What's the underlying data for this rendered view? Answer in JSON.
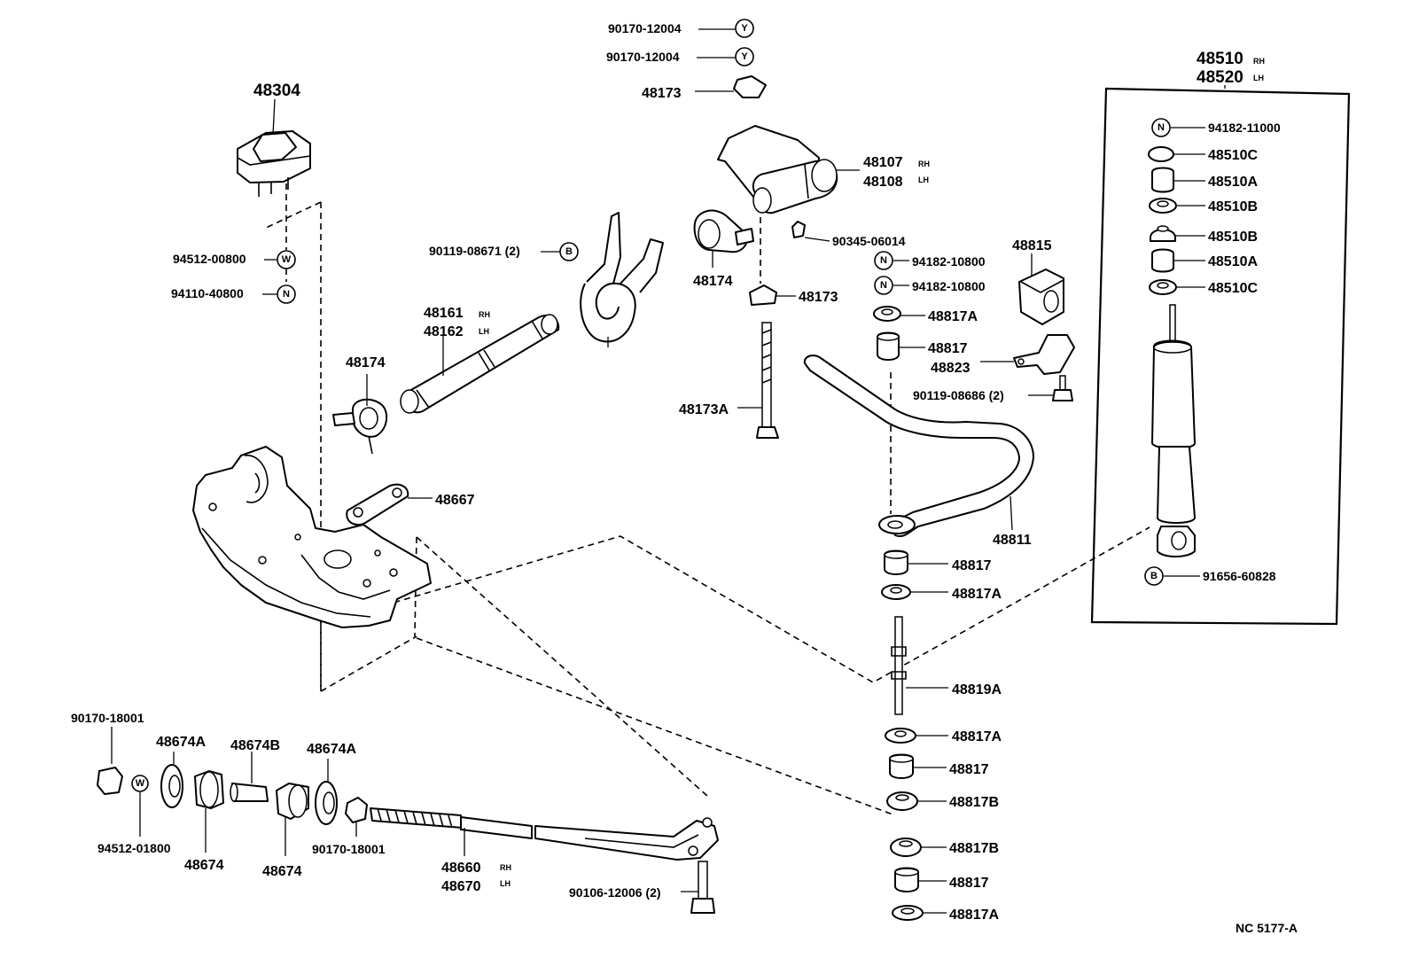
{
  "diagram_id": "NC 5177-A",
  "labels": {
    "p48304": "48304",
    "p94512_00800": "94512-00800",
    "p94110_40800": "94110-40800",
    "p90119_08671": "90119-08671 (2)",
    "p48161": "48161",
    "p48162": "48162",
    "p48174_left": "48174",
    "p48667": "48667",
    "p90170_12004_a": "90170-12004",
    "p90170_12004_b": "90170-12004",
    "p48173_top": "48173",
    "p48107": "48107",
    "p48108": "48108",
    "p90345_06014": "90345-06014",
    "p48174_mid": "48174",
    "p48173_mid": "48173",
    "p48173A": "48173A",
    "p48815": "48815",
    "p94182_10800_a": "94182-10800",
    "p94182_10800_b": "94182-10800",
    "p48817A_1": "48817A",
    "p48817_1": "48817",
    "p48823": "48823",
    "p90119_08686": "90119-08686 (2)",
    "p48811": "48811",
    "p48817_2": "48817",
    "p48817A_2": "48817A",
    "p48819A": "48819A",
    "p48817A_3": "48817A",
    "p48817_3": "48817",
    "p48817B_1": "48817B",
    "p48817B_2": "48817B",
    "p48817_4": "48817",
    "p48817A_4": "48817A",
    "p48510": "48510",
    "p48520": "48520",
    "p94182_11000": "94182-11000",
    "p48510C_a": "48510C",
    "p48510A_a": "48510A",
    "p48510B_a": "48510B",
    "p48510B_b": "48510B",
    "p48510A_b": "48510A",
    "p48510C_b": "48510C",
    "p91656_60828": "91656-60828",
    "p90170_18001_a": "90170-18001",
    "p48674A_a": "48674A",
    "p48674B": "48674B",
    "p48674A_b": "48674A",
    "p94512_01800": "94512-01800",
    "p48674_a": "48674",
    "p48674_b": "48674",
    "p90170_18001_b": "90170-18001",
    "p48660": "48660",
    "p48670": "48670",
    "p90106_12006": "90106-12006 (2)"
  },
  "symbols": {
    "w": "W",
    "n": "N",
    "b": "B",
    "y": "Y"
  },
  "side_marks": {
    "rh": "RH",
    "lh": "LH"
  }
}
